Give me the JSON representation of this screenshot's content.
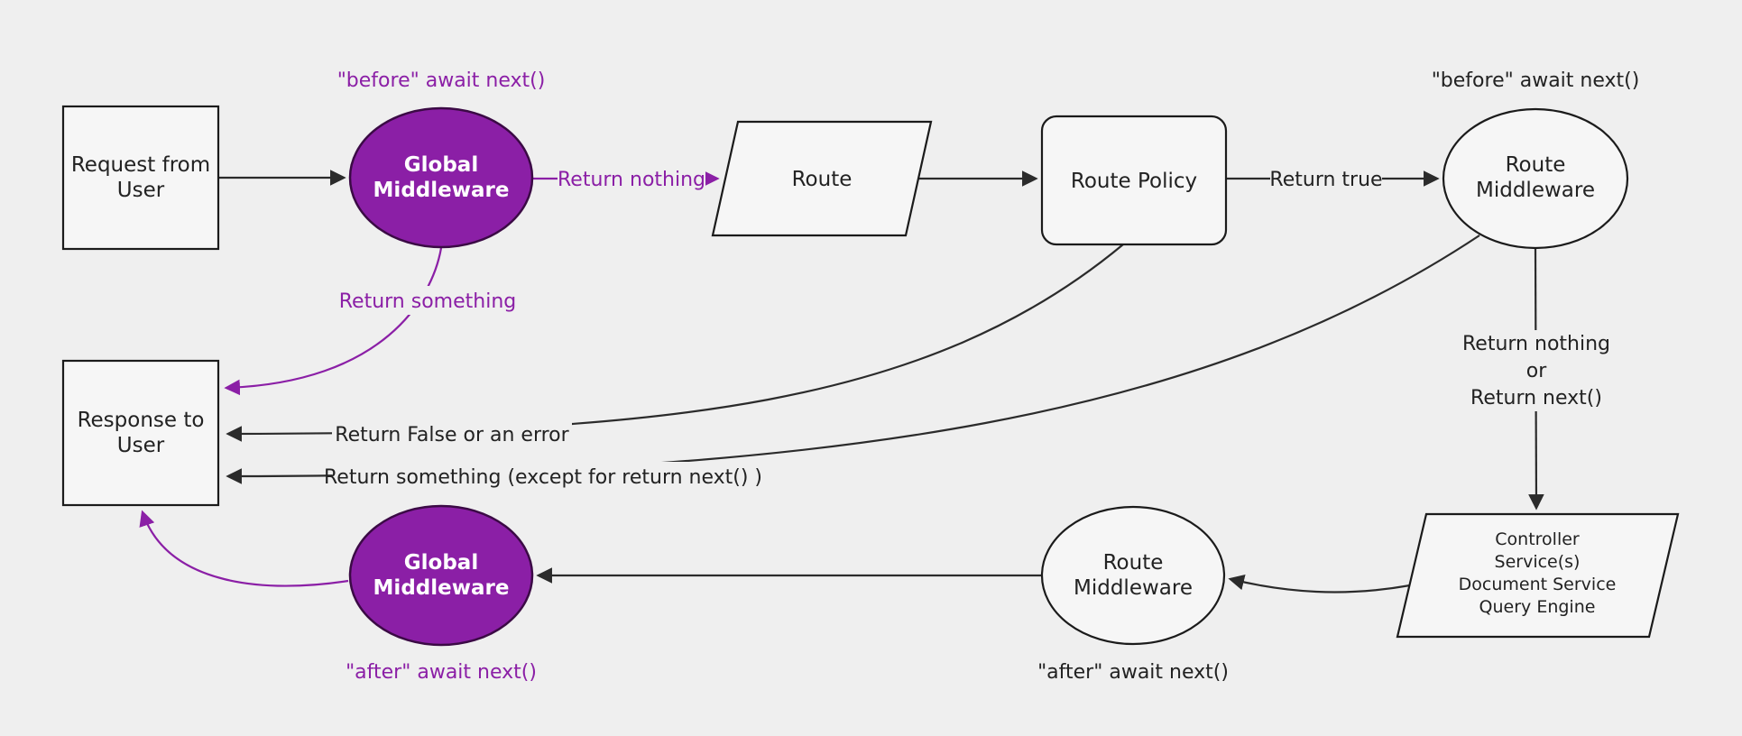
{
  "colors": {
    "background": "#efefef",
    "node_fill": "#f6f6f6",
    "node_stroke": "#1b1b1b",
    "edge_stroke": "#2b2b2b",
    "purple": "#8b1fa6",
    "purple_node_stroke": "#3b0a45",
    "text": "#222222",
    "white_text": "#ffffff"
  },
  "diagram": {
    "nodes": {
      "request": {
        "lines": [
          "Request from",
          "User"
        ]
      },
      "global_middleware_top": {
        "lines": [
          "Global",
          "Middleware"
        ]
      },
      "route": {
        "label": "Route"
      },
      "route_policy": {
        "label": "Route Policy"
      },
      "route_middleware_top": {
        "lines": [
          "Route",
          "Middleware"
        ]
      },
      "response": {
        "lines": [
          "Response to",
          "User"
        ]
      },
      "controller": {
        "lines": [
          "Controller",
          "Service(s)",
          "Document Service",
          "Query Engine"
        ]
      },
      "route_middleware_bottom": {
        "lines": [
          "Route",
          "Middleware"
        ]
      },
      "global_middleware_bottom": {
        "lines": [
          "Global",
          "Middleware"
        ]
      }
    },
    "edge_labels": {
      "before_await_global": "\"before\" await next()",
      "return_nothing": "Return nothing",
      "return_true": "Return true",
      "before_await_route": "\"before\" await next()",
      "return_something": "Return something",
      "return_false_or_error": "Return False or an error",
      "return_something_except": "Return something (except for return next() )",
      "return_nothing_or": [
        "Return nothing",
        "or",
        "Return next()"
      ],
      "after_await_route": "\"after\" await next()",
      "after_await_global": "\"after\" await next()"
    }
  }
}
